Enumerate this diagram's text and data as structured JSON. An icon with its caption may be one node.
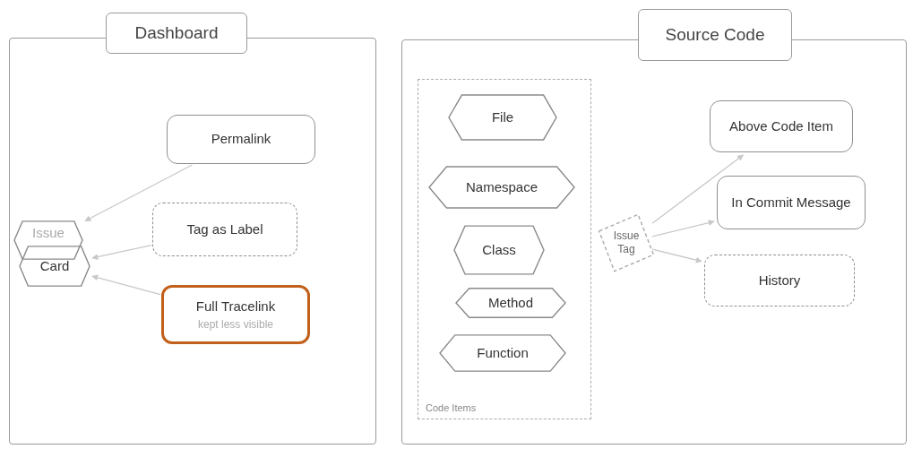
{
  "diagram": {
    "nodes": [
      {
        "text": [
          "Dashboard"
        ]
      },
      {
        "text": [
          "Permalink"
        ],
        "in": 0
      },
      {
        "text": [
          "Tag as Label"
        ],
        "in": 0
      },
      {
        "text": [
          "Issue"
        ],
        "in": 0
      },
      {
        "text": [
          "Card"
        ],
        "in": 0
      },
      {
        "text": [
          "Full Tracelink",
          "kept less visible"
        ],
        "in": 0
      },
      {
        "text": [
          "Source Code"
        ]
      },
      {
        "text": [
          "Code Items"
        ],
        "in": 6
      },
      {
        "text": [
          "File"
        ],
        "in": 7
      },
      {
        "text": [
          "Namespace"
        ],
        "in": 7
      },
      {
        "text": [
          "Class"
        ],
        "in": 7
      },
      {
        "text": [
          "Method"
        ],
        "in": 7
      },
      {
        "text": [
          "Function"
        ],
        "in": 7
      },
      {
        "text": [
          "Issue Tag"
        ],
        "in": 6
      },
      {
        "text": [
          "Above Code Item"
        ],
        "in": 6
      },
      {
        "text": [
          "In Commit Message"
        ],
        "in": 6
      },
      {
        "text": [
          "History"
        ],
        "in": 6
      }
    ],
    "edges": [
      {
        "from": 1,
        "to": 3,
        "arrow": "to"
      },
      {
        "from": 2,
        "to": 4,
        "arrow": "to"
      },
      {
        "from": 5,
        "to": 4,
        "arrow": "to"
      },
      {
        "from": 13,
        "to": 14,
        "arrow": "to"
      },
      {
        "from": 13,
        "to": 15,
        "arrow": "to"
      },
      {
        "from": 13,
        "to": 16,
        "arrow": "to"
      }
    ]
  }
}
